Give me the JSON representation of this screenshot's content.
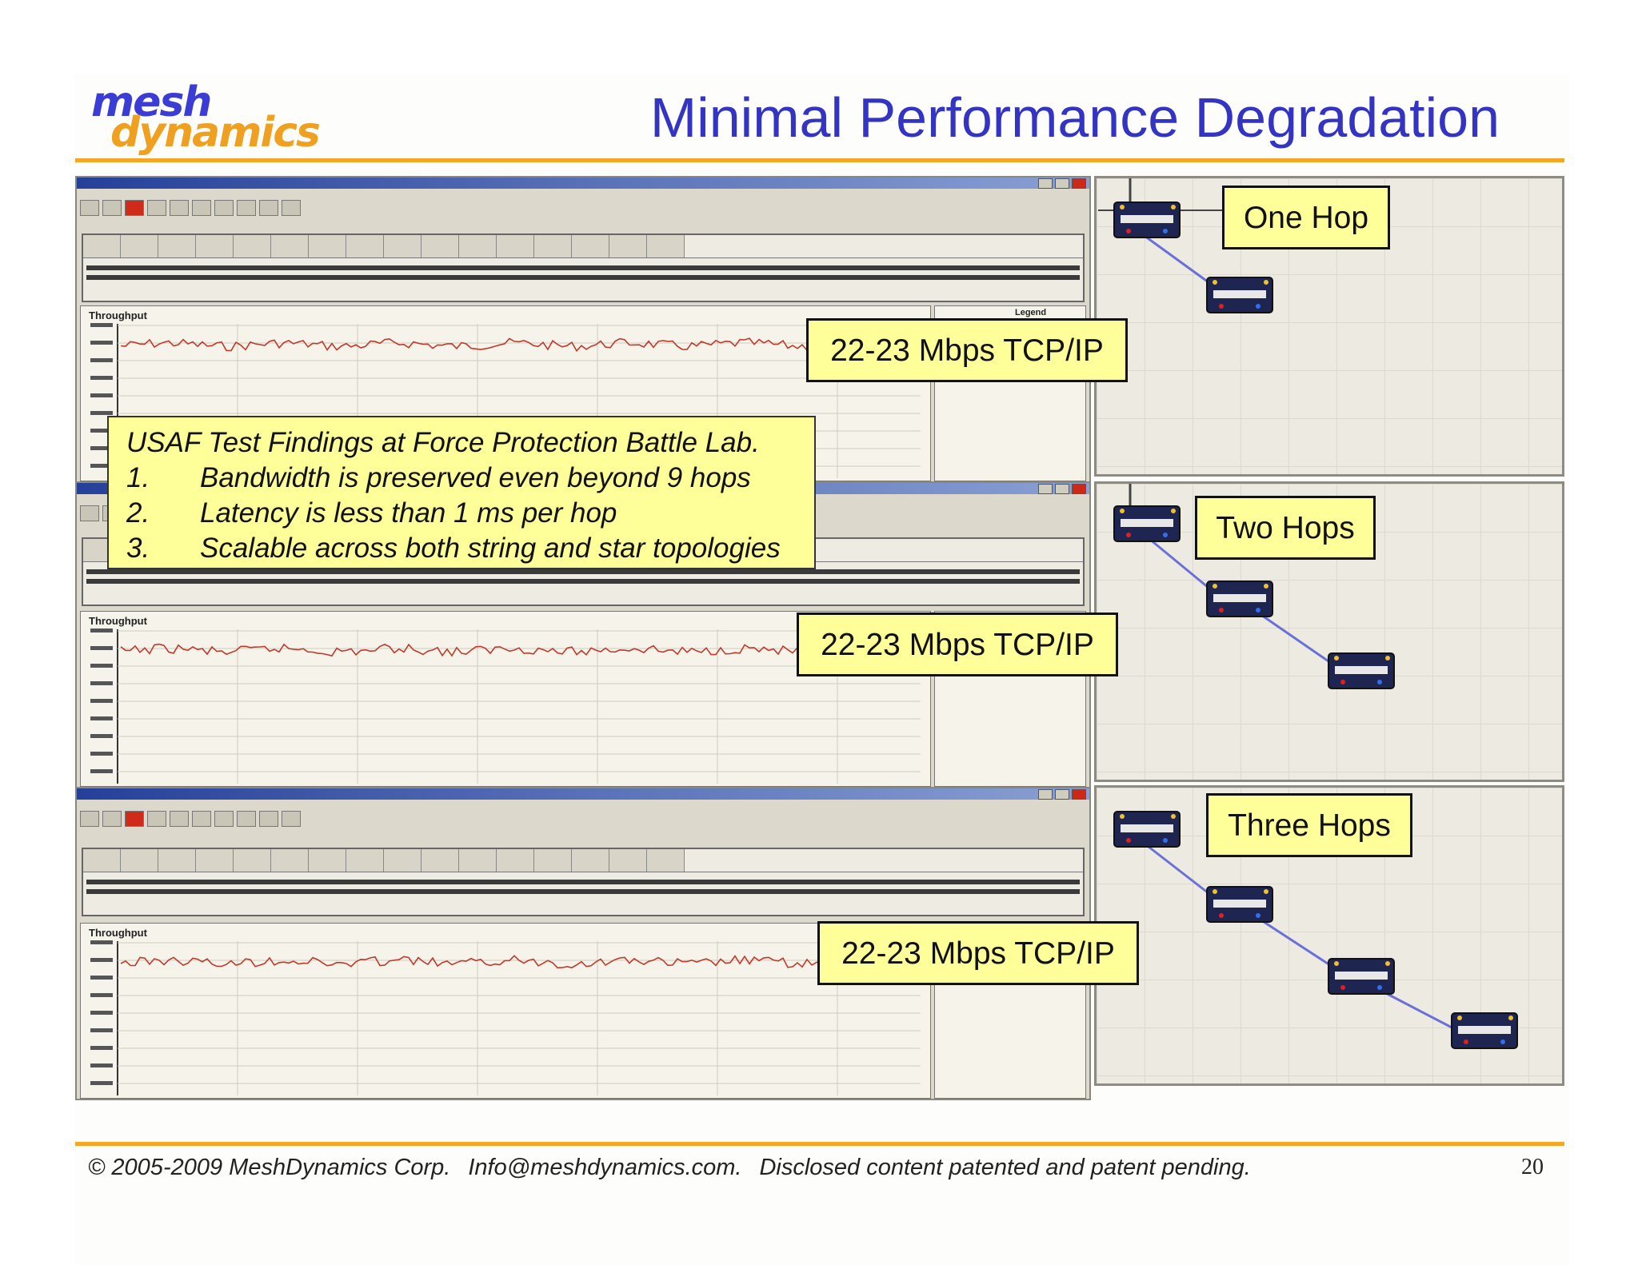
{
  "slide": {
    "title": "Minimal Performance Degradation",
    "page_number": "20"
  },
  "logo": {
    "line1": "mesh",
    "line2": "dynamics"
  },
  "panels": [
    {
      "chart_label": "Throughput",
      "legend_label": "Legend",
      "throughput_callout": "22-23 Mbps TCP/IP",
      "topology_label": "One Hop",
      "hops": 1
    },
    {
      "chart_label": "Throughput",
      "legend_label": "",
      "throughput_callout": "22-23 Mbps TCP/IP",
      "topology_label": "Two Hops",
      "hops": 2
    },
    {
      "chart_label": "Throughput",
      "legend_label": "",
      "throughput_callout": "22-23 Mbps TCP/IP",
      "topology_label": "Three Hops",
      "hops": 3
    }
  ],
  "findings": {
    "title": "USAF Test Findings at Force Protection Battle Lab.",
    "items": [
      {
        "num": "1.",
        "text": "Bandwidth is preserved even beyond 9 hops"
      },
      {
        "num": "2.",
        "text": "Latency is less than 1 ms per hop"
      },
      {
        "num": "3.",
        "text": "Scalable across both string and star topologies"
      }
    ]
  },
  "footer": {
    "copyright": "© 2005-2009 MeshDynamics Corp.",
    "email": "Info@meshdynamics.com.",
    "notice": "Disclosed content patented and patent pending."
  },
  "colors": {
    "title": "#3434c4",
    "rule": "#f5a623",
    "callout_fill": "#ffff99",
    "trace": "#c0392b",
    "link": "#6b6fd8"
  }
}
